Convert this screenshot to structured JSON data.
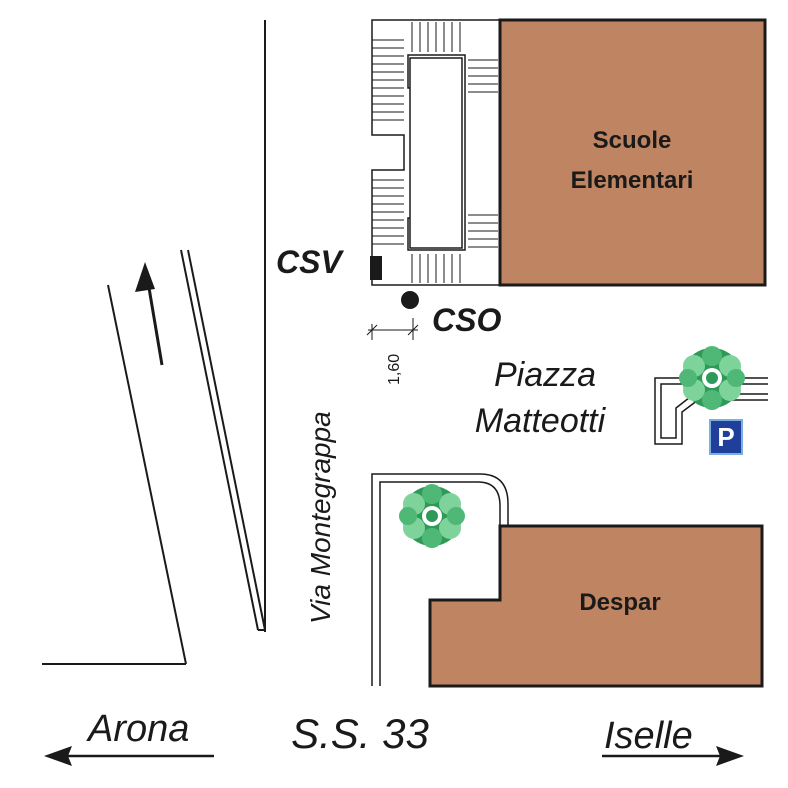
{
  "colors": {
    "building_fill": "#bf8462",
    "tree_light": "#7dd39a",
    "tree_dark": "#2f9a58",
    "parking_blue": "#1f3f9a",
    "ink": "#1a1a1a"
  },
  "buildings": {
    "school": {
      "line1": "Scuole",
      "line2": "Elementari"
    },
    "store": {
      "name": "Despar"
    }
  },
  "markers": {
    "csv": {
      "label": "CSV"
    },
    "cso": {
      "label": "CSO"
    },
    "distance": "1,60"
  },
  "places": {
    "square_line1": "Piazza",
    "square_line2": "Matteotti",
    "street": "Via Montegrappa",
    "road": "S.S. 33"
  },
  "directions": {
    "left": "Arona",
    "right": "Iselle"
  },
  "icons": {
    "parking": {
      "symbol": "P",
      "icon": "parking-icon"
    },
    "trees": "tree-icon",
    "traffic_direction": "arrow-up-icon"
  }
}
